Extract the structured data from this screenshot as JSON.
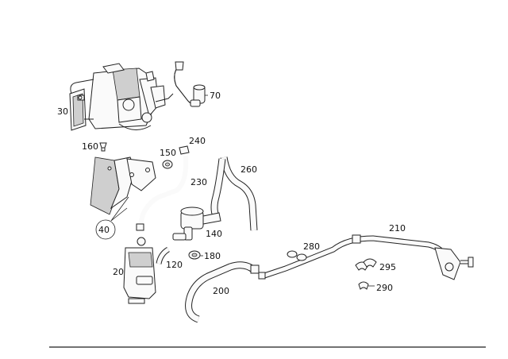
{
  "diagram": {
    "callouts": {
      "c30": "30",
      "c70": "70",
      "c160": "160",
      "c150": "150",
      "c240": "240",
      "c230": "230",
      "c260": "260",
      "c40": "40",
      "c140": "140",
      "c180": "180",
      "c120": "120",
      "c20": "20",
      "c280": "280",
      "c210": "210",
      "c295": "295",
      "c290": "290",
      "c200": "200"
    }
  }
}
